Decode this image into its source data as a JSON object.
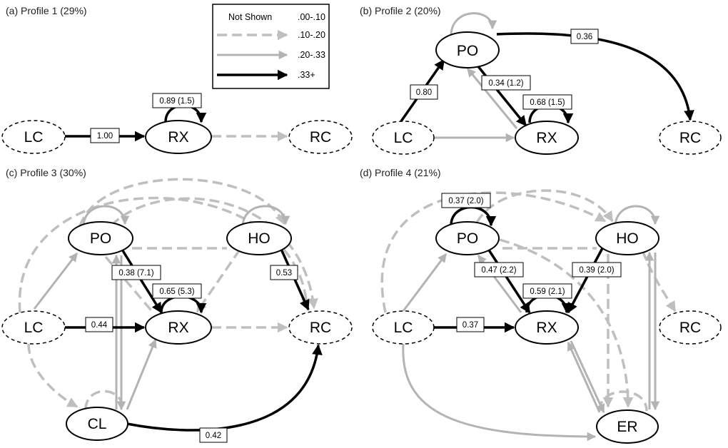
{
  "colors": {
    "black": "#000000",
    "gray": "#b3b3b3",
    "dashed_gray": "#bfbfbf",
    "white": "#ffffff"
  },
  "legend": {
    "rows": [
      {
        "style": "none",
        "label": "Not Shown",
        "range": ".00-.10"
      },
      {
        "style": "dashed",
        "label": "",
        "range": ".10-.20"
      },
      {
        "style": "gray",
        "label": "",
        "range": ".20-.33"
      },
      {
        "style": "black",
        "label": "",
        "range": ".33+"
      }
    ]
  },
  "panels": [
    {
      "title": "(a) Profile 1 (29%)"
    },
    {
      "title": "(b) Profile 2 (20%)"
    },
    {
      "title": "(c) Profile 3 (30%)"
    },
    {
      "title": "(d) Profile 4 (21%)"
    }
  ],
  "nodes": {
    "LC": "LC",
    "RX": "RX",
    "RC": "RC",
    "PO": "PO",
    "HO": "HO",
    "CL": "CL",
    "ER": "ER"
  },
  "edge_labels": {
    "a_lc_rx": "1.00",
    "a_rx_self": "0.89 (1.5)",
    "b_lc_po": "0.80",
    "b_po_rc": "0.36",
    "b_po_rx": "0.34 (1.2)",
    "b_rx_self": "0.68 (1.5)",
    "c_po_rx": "0.38 (7.1)",
    "c_rx_self": "0.65 (5.3)",
    "c_ho_rc": "0.53",
    "c_lc_rx": "0.44",
    "c_cl_rc": "0.42",
    "d_po_self": "0.37 (2.0)",
    "d_po_rx": "0.47 (2.2)",
    "d_ho_rx": "0.39 (2.0)",
    "d_rx_self": "0.59 (2.1)",
    "d_lc_rx": "0.37"
  }
}
